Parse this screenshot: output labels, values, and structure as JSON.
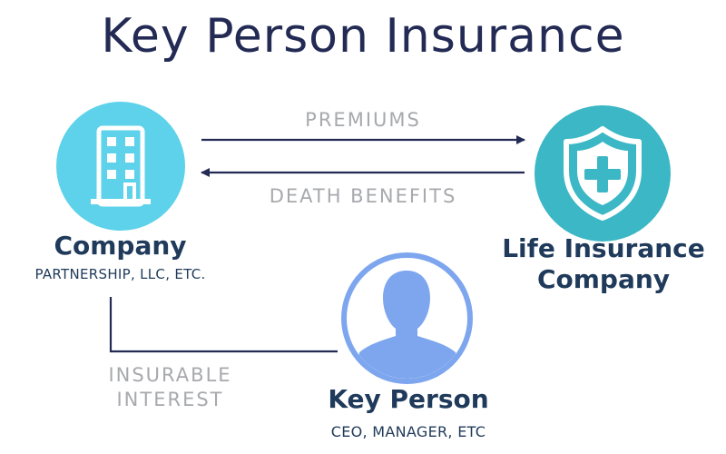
{
  "title": "Key Person Insurance",
  "flows": {
    "premiums": "PREMIUMS",
    "death_benefits": "DEATH BENEFITS",
    "insurable_interest_line1": "INSURABLE",
    "insurable_interest_line2": "INTEREST"
  },
  "nodes": {
    "company": {
      "label": "Company",
      "sub": "PARTNERSHIP, LLC, ETC.",
      "icon": "building-icon"
    },
    "insurer": {
      "label_line1": "Life Insurance",
      "label_line2": "Company",
      "icon": "shield-plus-icon"
    },
    "person": {
      "label": "Key Person",
      "sub": "CEO, MANAGER, ETC",
      "icon": "person-silhouette-icon"
    }
  },
  "colors": {
    "title": "#232b55",
    "company_circle": "#5dd2ea",
    "insurer_circle": "#3bb7c5",
    "person_ring": "#7da6ee",
    "arrow": "#232b55",
    "flow_text": "#a7a9ad"
  }
}
